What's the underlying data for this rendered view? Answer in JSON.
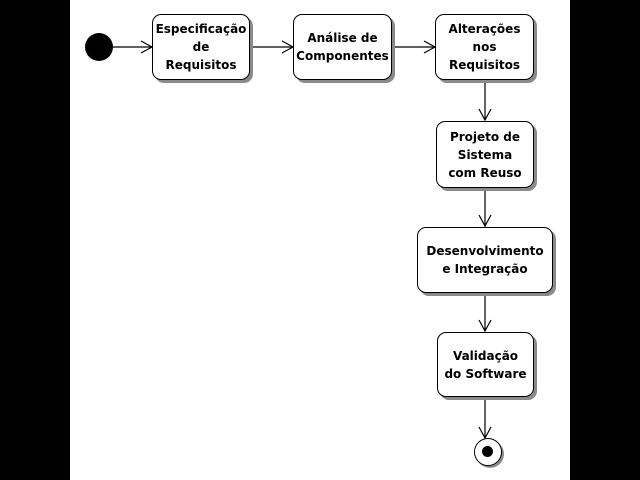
{
  "diagram": {
    "nodes": [
      {
        "id": "especificacao",
        "label": "Especificação\nde\nRequisitos"
      },
      {
        "id": "analise",
        "label": "Análise de\nComponentes"
      },
      {
        "id": "alteracoes",
        "label": "Alterações\nnos\nRequisitos"
      },
      {
        "id": "projeto",
        "label": "Projeto de\nSistema\ncom Reuso"
      },
      {
        "id": "desenvolvimento",
        "label": "Desenvolvimento\ne Integração"
      },
      {
        "id": "validacao",
        "label": "Validação\ndo Software"
      }
    ],
    "edges": [
      {
        "from": "start",
        "to": "especificacao"
      },
      {
        "from": "especificacao",
        "to": "analise"
      },
      {
        "from": "analise",
        "to": "alteracoes"
      },
      {
        "from": "alteracoes",
        "to": "projeto"
      },
      {
        "from": "projeto",
        "to": "desenvolvimento"
      },
      {
        "from": "desenvolvimento",
        "to": "validacao"
      },
      {
        "from": "validacao",
        "to": "end"
      }
    ]
  }
}
